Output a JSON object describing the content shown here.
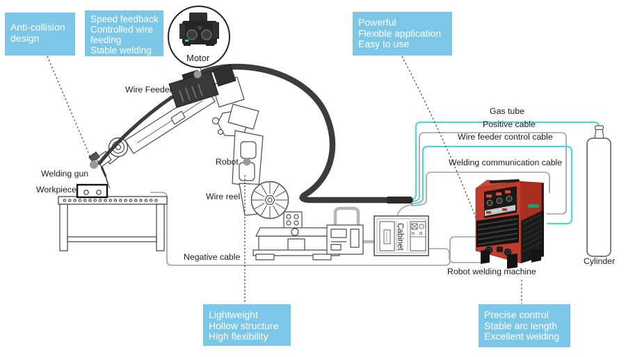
{
  "callouts": {
    "anti_collision": [
      "Anti-collision",
      "design"
    ],
    "speed_feedback": [
      "Speed feedback",
      "Controlled wire",
      "feeding",
      "Stable welding"
    ],
    "powerful": [
      "Powerful",
      "Flexible application",
      "Easy to use"
    ],
    "lightweight": [
      "Lightweight",
      "Hollow structure",
      "High flexibility"
    ],
    "precise": [
      "Precise control",
      "Stable arc length",
      "Excellent welding"
    ]
  },
  "labels": {
    "motor": "Motor",
    "wire_feeder": "Wire Feeder",
    "robot": "Robot",
    "wire_reel": "Wire reel",
    "welding_gun": "Welding gun",
    "workpiece": "Workpiece",
    "negative_cable": "Negative cable",
    "gas_tube": "Gas tube",
    "positive_cable": "Positive cable",
    "wire_feeder_control_cable": "Wire feeder control cable",
    "welding_communication_cable": "Welding communication cable",
    "cabinet": "Cabinet",
    "cylinder": "Cylinder",
    "robot_welding_machine": "Robot welding machine"
  },
  "colors": {
    "callout_bg": "#7cc7e8",
    "cable_cyan": "#4dd7e0",
    "cable_gray": "#9aa0a2",
    "cable_dark": "#3c3c3c",
    "machine_red": "#c23b2b",
    "machine_panel": "#191919",
    "logo_green": "#0fa86a"
  }
}
